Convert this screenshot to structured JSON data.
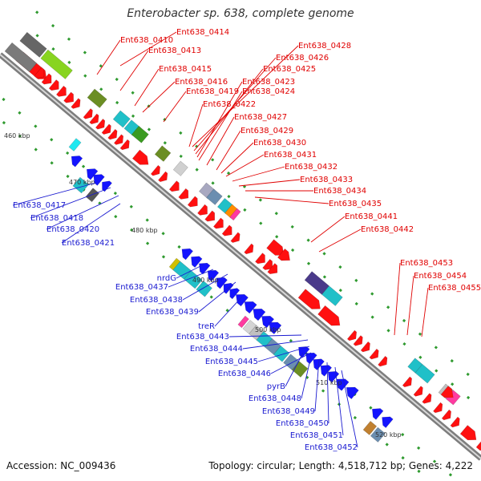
{
  "title": "Enterobacter sp. 638, complete genome",
  "footer": {
    "accession": "Accession: NC_009436",
    "summary": "Topology: circular; Length: 4,518,712 bp; Genes: 4,222"
  },
  "colors": {
    "forward_label": "#e00000",
    "reverse_label": "#1a1ad0",
    "backbone": "#8c8c8c",
    "forward_gene": "#ff1010",
    "reverse_gene": "#1414ff"
  },
  "ticks": [
    "460 kbp",
    "470 kbp",
    "480 kbp",
    "490 kbp",
    "500 kbp",
    "510 kbp",
    "520 kbp"
  ],
  "forward_labels": [
    "Ent638_0414",
    "Ent638_0410",
    "Ent638_0413",
    "Ent638_0415",
    "Ent638_0416",
    "Ent638_0419",
    "Ent638_0422",
    "Ent638_0428",
    "Ent638_0426",
    "Ent638_0425",
    "Ent638_0423",
    "Ent638_0424",
    "Ent638_0427",
    "Ent638_0429",
    "Ent638_0430",
    "Ent638_0431",
    "Ent638_0432",
    "Ent638_0433",
    "Ent638_0434",
    "Ent638_0435",
    "Ent638_0441",
    "Ent638_0442",
    "Ent638_0453",
    "Ent638_0454",
    "Ent638_0455"
  ],
  "reverse_labels": [
    "Ent638_0417",
    "Ent638_0418",
    "Ent638_0420",
    "Ent638_0421",
    "nrdG",
    "Ent638_0437",
    "Ent638_0438",
    "Ent638_0439",
    "treR",
    "Ent638_0443",
    "Ent638_0444",
    "Ent638_0445",
    "Ent638_0446",
    "pyrB",
    "Ent638_0448",
    "Ent638_0449",
    "Ent638_0450",
    "Ent638_0451",
    "Ent638_0452"
  ]
}
